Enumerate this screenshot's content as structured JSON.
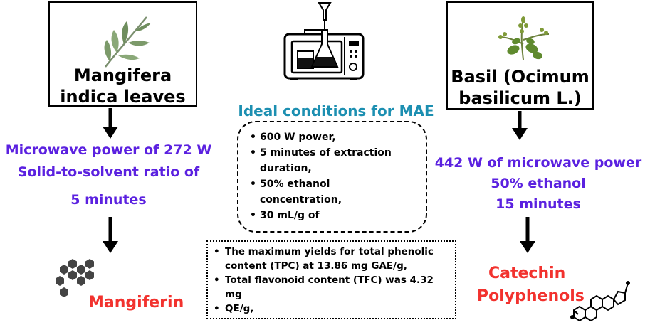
{
  "left": {
    "box_title_line1": "Mangifera",
    "box_title_line2": "indica leaves",
    "param1": "Microwave power of 272 W",
    "param2": "Solid-to-solvent ratio of",
    "param3": "5 minutes",
    "product": "Mangiferin"
  },
  "center": {
    "heading": "Ideal conditions for MAE",
    "conditions": [
      "600 W power,",
      "5 minutes of extraction duration,",
      "50% ethanol concentration,",
      "30 mL/g of"
    ],
    "results": [
      "The maximum yields for total phenolic content (TPC) at 13.86 mg GAE/g,",
      "Total flavonoid content (TFC) was 4.32 mg",
      "QE/g,"
    ]
  },
  "right": {
    "box_title_line1": "Basil (Ocimum",
    "box_title_line2": "basilicum L.)",
    "param1": "442 W of microwave power",
    "param2": "50% ethanol",
    "param3": "15 minutes",
    "product1": "Catechin",
    "product2": "Polyphenols"
  },
  "colors": {
    "purple": "#5b21e0",
    "red": "#f2322e",
    "teal": "#1c8fb1"
  },
  "icons": [
    "mango-leaf-icon",
    "microwave-extraction-icon",
    "basil-plant-icon",
    "mangiferin-molecule-icon",
    "steroid-molecule-icon"
  ]
}
